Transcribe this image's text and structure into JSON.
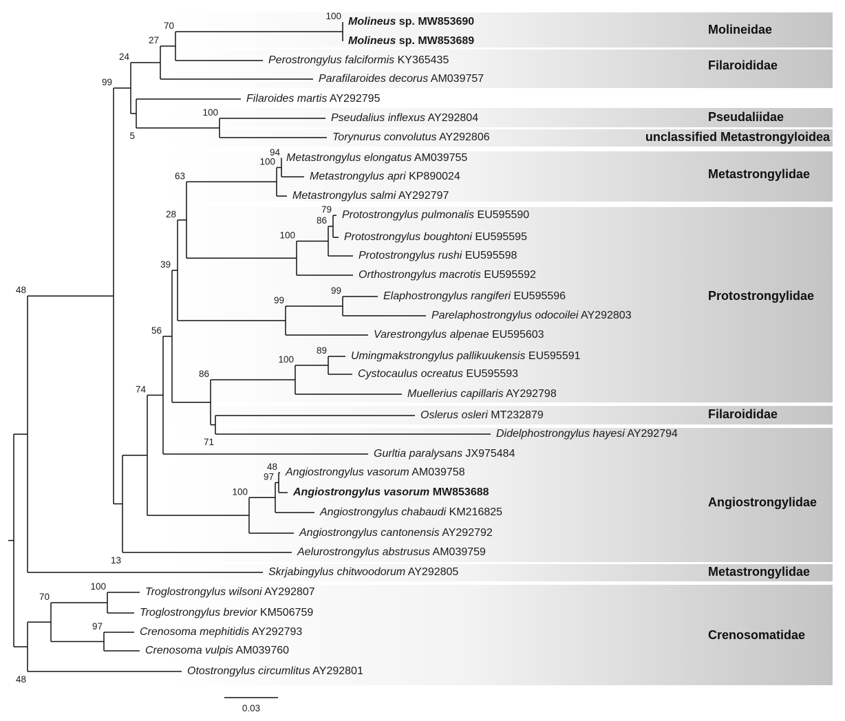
{
  "taxa": [
    {
      "id": "t1",
      "genus": "Molineus",
      "species": "sp.",
      "accession": "MW853690",
      "bold": true,
      "italic_species": false
    },
    {
      "id": "t2",
      "genus": "Molineus",
      "species": "sp.",
      "accession": "MW853689",
      "bold": true,
      "italic_species": false
    },
    {
      "id": "t3",
      "genus": "Perostrongylus",
      "species": "falciformis",
      "accession": "KY365435"
    },
    {
      "id": "t4",
      "genus": "Parafilaroides",
      "species": "decorus",
      "accession": "AM039757"
    },
    {
      "id": "t5",
      "genus": "Filaroides",
      "species": "martis",
      "accession": "AY292795"
    },
    {
      "id": "t6",
      "genus": "Pseudalius",
      "species": "inflexus",
      "accession": "AY292804"
    },
    {
      "id": "t7",
      "genus": "Torynurus",
      "species": "convolutus",
      "accession": "AY292806"
    },
    {
      "id": "t8",
      "genus": "Metastrongylus",
      "species": "elongatus",
      "accession": "AM039755"
    },
    {
      "id": "t9",
      "genus": "Metastrongylus",
      "species": "apri",
      "accession": "KP890024"
    },
    {
      "id": "t10",
      "genus": "Metastrongylus",
      "species": "salmi",
      "accession": "AY292797"
    },
    {
      "id": "t11",
      "genus": "Protostrongylus",
      "species": "pulmonalis",
      "accession": "EU595590"
    },
    {
      "id": "t12",
      "genus": "Protostrongylus",
      "species": "boughtoni",
      "accession": "EU595595"
    },
    {
      "id": "t13",
      "genus": "Protostrongylus",
      "species": "rushi",
      "accession": "EU595598"
    },
    {
      "id": "t14",
      "genus": "Orthostrongylus",
      "species": "macrotis",
      "accession": "EU595592"
    },
    {
      "id": "t15",
      "genus": "Elaphostrongylus",
      "species": "rangiferi",
      "accession": "EU595596"
    },
    {
      "id": "t16",
      "genus": "Parelaphostrongylus",
      "species": "odocoilei",
      "accession": "AY292803"
    },
    {
      "id": "t17",
      "genus": "Varestrongylus",
      "species": "alpenae",
      "accession": "EU595603"
    },
    {
      "id": "t18",
      "genus": "Umingmakstrongylus",
      "species": "pallikuukensis",
      "accession": "EU595591"
    },
    {
      "id": "t19",
      "genus": "Cystocaulus",
      "species": "ocreatus",
      "accession": "EU595593"
    },
    {
      "id": "t20",
      "genus": "Muellerius",
      "species": "capillaris",
      "accession": "AY292798"
    },
    {
      "id": "t21",
      "genus": "Oslerus",
      "species": "osleri",
      "accession": "MT232879"
    },
    {
      "id": "t22",
      "genus": "Didelphostrongylus",
      "species": "hayesi",
      "accession": "AY292794"
    },
    {
      "id": "t23",
      "genus": "Gurltia",
      "species": "paralysans",
      "accession": "JX975484"
    },
    {
      "id": "t24",
      "genus": "Angiostrongylus",
      "species": "vasorum",
      "accession": "AM039758"
    },
    {
      "id": "t25",
      "genus": "Angiostrongylus",
      "species": "vasorum",
      "accession": "MW853688",
      "bold": true
    },
    {
      "id": "t26",
      "genus": "Angiostrongylus",
      "species": "chabaudi",
      "accession": "KM216825"
    },
    {
      "id": "t27",
      "genus": "Angiostrongylus",
      "species": "cantonensis",
      "accession": "AY292792"
    },
    {
      "id": "t28",
      "genus": "Aelurostrongylus",
      "species": "abstrusus",
      "accession": "AM039759"
    },
    {
      "id": "t29",
      "genus": "Skrjabingylus",
      "species": "chitwoodorum",
      "accession": "AY292805"
    },
    {
      "id": "t30",
      "genus": "Troglostrongylus",
      "species": "wilsoni",
      "accession": "AY292807"
    },
    {
      "id": "t31",
      "genus": "Troglostrongylus",
      "species": "brevior",
      "accession": "KM506759"
    },
    {
      "id": "t32",
      "genus": "Crenosoma",
      "species": "mephitidis",
      "accession": "AY292793"
    },
    {
      "id": "t33",
      "genus": "Crenosoma",
      "species": "vulpis",
      "accession": "AM039760"
    },
    {
      "id": "t34",
      "genus": "Otostrongylus",
      "species": "circumlitus",
      "accession": "AY292801"
    }
  ],
  "families": [
    {
      "id": "f1",
      "label": "Molineidae"
    },
    {
      "id": "f2",
      "label": "Filaroididae"
    },
    {
      "id": "f3",
      "label": "Pseudaliidae"
    },
    {
      "id": "f4",
      "label": "unclassified Metastrongyloidea"
    },
    {
      "id": "f5",
      "label": "Metastrongylidae"
    },
    {
      "id": "f6",
      "label": "Protostrongylidae"
    },
    {
      "id": "f7",
      "label": "Filaroididae"
    },
    {
      "id": "f8",
      "label": "Angiostrongylidae"
    },
    {
      "id": "f9",
      "label": "Metastrongylidae"
    },
    {
      "id": "f10",
      "label": "Crenosomatidae"
    }
  ],
  "bootstrap": {
    "n_root_in": "48",
    "n_ingroup": "48",
    "n_meta_all": "99",
    "n_upper": "24",
    "n_upA": "27",
    "n_upB": "70",
    "n_mol": "100",
    "n_upC": "5",
    "n_pse_tor": "100",
    "n_lower": "13",
    "n_74": "74",
    "n_56": "56",
    "n_39": "39",
    "n_28": "28",
    "n_63": "63",
    "n_meta": "100",
    "n_m94": "94",
    "n_proto": "100",
    "n_86a": "86",
    "n_79": "79",
    "n_elaph": "99",
    "n_elaph2": "99",
    "n_86b": "86",
    "n_umin": "100",
    "n_89": "89",
    "n_71": "71",
    "n_angio": "100",
    "n_97a": "97",
    "n_48b": "48",
    "n_70c": "70",
    "n_100c": "100",
    "n_97c": "97"
  },
  "scale_bar": {
    "label": "0.03"
  }
}
